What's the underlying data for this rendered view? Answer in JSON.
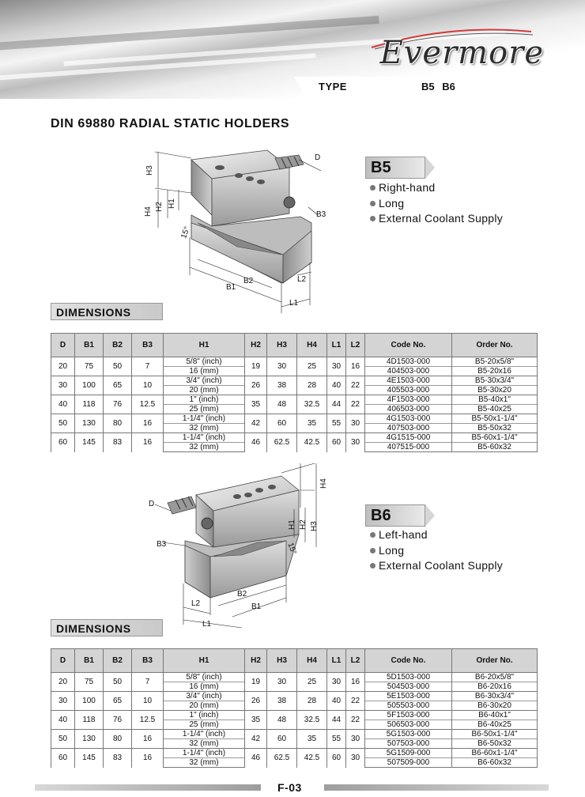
{
  "header": {
    "brand": "Evermore",
    "type_label": "TYPE",
    "type_value": "B5  B6"
  },
  "title": "DIN 69880  RADIAL STATIC HOLDERS",
  "drawing_labels": {
    "D": "D",
    "H1": "H1",
    "H2": "H2",
    "H3": "H3",
    "H4": "H4",
    "B1": "B1",
    "B2": "B2",
    "B3": "B3",
    "L1": "L1",
    "L2": "L2",
    "angle": "15°"
  },
  "b5": {
    "model": "B5",
    "features": [
      "Right-hand",
      "Long",
      "External Coolant Supply"
    ],
    "dimensions_label": "DIMENSIONS",
    "columns": [
      "D",
      "B1",
      "B2",
      "B3",
      "H1",
      "H2",
      "H3",
      "H4",
      "L1",
      "L2",
      "Code No.",
      "Order No."
    ],
    "rows": [
      {
        "D": "20",
        "B1": "75",
        "B2": "50",
        "B3": "7",
        "H1_inch": "5/8\" (inch)",
        "H1_mm": "16 (mm)",
        "H2": "19",
        "H3": "30",
        "H4": "25",
        "L1": "30",
        "L2": "16",
        "code_inch": "4D1503-000",
        "code_mm": "404503-000",
        "order_inch": "B5-20x5/8\"",
        "order_mm": "B5-20x16"
      },
      {
        "D": "30",
        "B1": "100",
        "B2": "65",
        "B3": "10",
        "H1_inch": "3/4\" (inch)",
        "H1_mm": "20 (mm)",
        "H2": "26",
        "H3": "38",
        "H4": "28",
        "L1": "40",
        "L2": "22",
        "code_inch": "4E1503-000",
        "code_mm": "405503-000",
        "order_inch": "B5-30x3/4\"",
        "order_mm": "B5-30x20"
      },
      {
        "D": "40",
        "B1": "118",
        "B2": "76",
        "B3": "12.5",
        "H1_inch": "1\" (inch)",
        "H1_mm": "25 (mm)",
        "H2": "35",
        "H3": "48",
        "H4": "32.5",
        "L1": "44",
        "L2": "22",
        "code_inch": "4F1503-000",
        "code_mm": "406503-000",
        "order_inch": "B5-40x1\"",
        "order_mm": "B5-40x25"
      },
      {
        "D": "50",
        "B1": "130",
        "B2": "80",
        "B3": "16",
        "H1_inch": "1-1/4\" (inch)",
        "H1_mm": "32 (mm)",
        "H2": "42",
        "H3": "60",
        "H4": "35",
        "L1": "55",
        "L2": "30",
        "code_inch": "4G1503-000",
        "code_mm": "407503-000",
        "order_inch": "B5-50x1-1/4\"",
        "order_mm": "B5-50x32"
      },
      {
        "D": "60",
        "B1": "145",
        "B2": "83",
        "B3": "16",
        "H1_inch": "1-1/4\" (inch)",
        "H1_mm": "32 (mm)",
        "H2": "46",
        "H3": "62.5",
        "H4": "42.5",
        "L1": "60",
        "L2": "30",
        "code_inch": "4G1515-000",
        "code_mm": "407515-000",
        "order_inch": "B5-60x1-1/4\"",
        "order_mm": "B5-60x32"
      }
    ]
  },
  "b6": {
    "model": "B6",
    "features": [
      "Left-hand",
      "Long",
      "External Coolant Supply"
    ],
    "dimensions_label": "DIMENSIONS",
    "columns": [
      "D",
      "B1",
      "B2",
      "B3",
      "H1",
      "H2",
      "H3",
      "H4",
      "L1",
      "L2",
      "Code No.",
      "Order No."
    ],
    "rows": [
      {
        "D": "20",
        "B1": "75",
        "B2": "50",
        "B3": "7",
        "H1_inch": "5/8\" (inch)",
        "H1_mm": "16 (mm)",
        "H2": "19",
        "H3": "30",
        "H4": "25",
        "L1": "30",
        "L2": "16",
        "code_inch": "5D1503-000",
        "code_mm": "504503-000",
        "order_inch": "B6-20x5/8\"",
        "order_mm": "B6-20x16"
      },
      {
        "D": "30",
        "B1": "100",
        "B2": "65",
        "B3": "10",
        "H1_inch": "3/4\" (inch)",
        "H1_mm": "20 (mm)",
        "H2": "26",
        "H3": "38",
        "H4": "28",
        "L1": "40",
        "L2": "22",
        "code_inch": "5E1503-000",
        "code_mm": "505503-000",
        "order_inch": "B6-30x3/4\"",
        "order_mm": "B6-30x20"
      },
      {
        "D": "40",
        "B1": "118",
        "B2": "76",
        "B3": "12.5",
        "H1_inch": "1\" (inch)",
        "H1_mm": "25 (mm)",
        "H2": "35",
        "H3": "48",
        "H4": "32.5",
        "L1": "44",
        "L2": "22",
        "code_inch": "5F1503-000",
        "code_mm": "506503-000",
        "order_inch": "B6-40x1\"",
        "order_mm": "B6-40x25"
      },
      {
        "D": "50",
        "B1": "130",
        "B2": "80",
        "B3": "16",
        "H1_inch": "1-1/4\" (inch)",
        "H1_mm": "32 (mm)",
        "H2": "42",
        "H3": "60",
        "H4": "35",
        "L1": "55",
        "L2": "30",
        "code_inch": "5G1503-000",
        "code_mm": "507503-000",
        "order_inch": "B6-50x1-1/4\"",
        "order_mm": "B6-50x32"
      },
      {
        "D": "60",
        "B1": "145",
        "B2": "83",
        "B3": "16",
        "H1_inch": "1-1/4\" (inch)",
        "H1_mm": "32 (mm)",
        "H2": "46",
        "H3": "62.5",
        "H4": "42.5",
        "L1": "60",
        "L2": "30",
        "code_inch": "5G1509-000",
        "code_mm": "507509-000",
        "order_inch": "B6-60x1-1/4\"",
        "order_mm": "B6-60x32"
      }
    ]
  },
  "footer": {
    "page": "F-03"
  }
}
